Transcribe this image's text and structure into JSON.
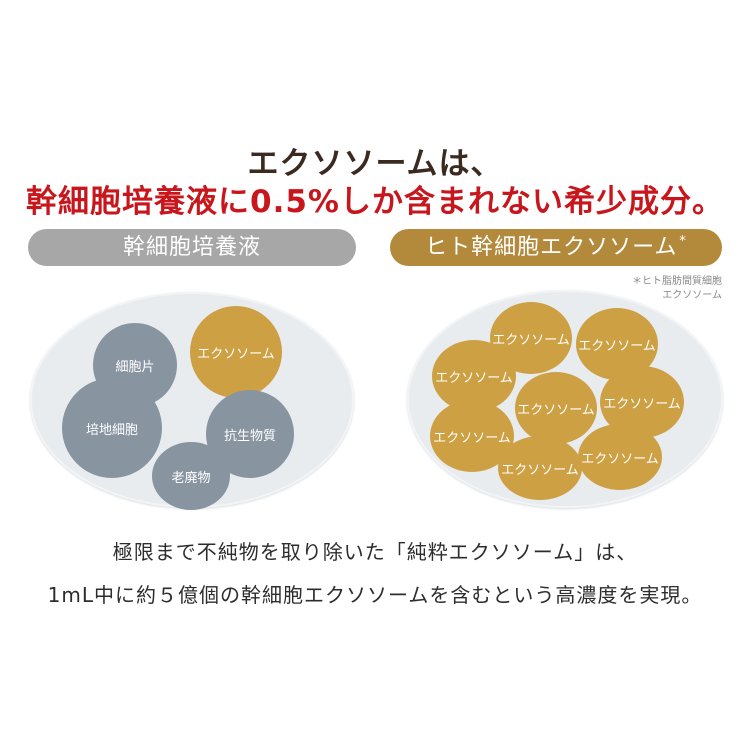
{
  "headline": {
    "line1": "エクソソームは、",
    "line2": "幹細胞培養液に0.5%しか含まれない希少成分。"
  },
  "left_panel": {
    "label": "幹細胞培養液",
    "cells": [
      "細胞片",
      "エクソソーム",
      "培地細胞",
      "抗生物質",
      "老廃物"
    ]
  },
  "right_panel": {
    "label": "ヒト幹細胞エクソソーム",
    "label_mark": "*",
    "note_line1": "＊ヒト脂肪間質細胞",
    "note_line2": "エクソソーム",
    "cell_label": "エクソソーム"
  },
  "body": {
    "line1": "極限まで不純物を取り除いた「純粋エクソソーム」は、",
    "line2": "1mL中に約５億個の幹細胞エクソソームを含むという高濃度を実現。"
  },
  "colors": {
    "headline_dark": "#3b2a20",
    "headline_red": "#c8161d",
    "left_bar": "#a7a7a7",
    "right_bar": "#b38a3c",
    "gray_cell": "#8894a0",
    "gold_cell": "#cda044"
  }
}
